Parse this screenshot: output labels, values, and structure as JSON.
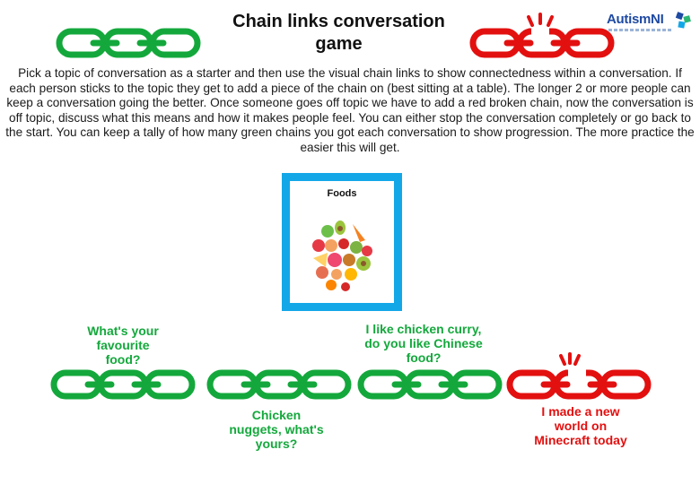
{
  "header": {
    "title": "Chain links conversation game",
    "logo_text": "AutismNI"
  },
  "intro_text": "Pick a topic of conversation as a starter and then use the visual chain links to show connectedness within a conversation. If each person sticks to the topic they get to add a piece of the chain on (best sitting at a table). The longer 2 or more people can keep a  conversation going the better.  Once someone goes off topic we have to add a red broken chain, now the conversation is off topic, discuss what this means and how it makes people feel. You can either stop the conversation completely or go back to the start. You can keep a tally of how many green chains you got each conversation to show progression. The more practice the easier this will get.",
  "topic_card": {
    "label": "Foods"
  },
  "conversation": [
    {
      "text": "What's your favourite food?",
      "on_topic": true
    },
    {
      "text": "Chicken nuggets, what's yours?",
      "on_topic": true
    },
    {
      "text": "I like chicken curry, do you like Chinese food?",
      "on_topic": true
    },
    {
      "text": "I made a new world on Minecraft today",
      "on_topic": false
    }
  ],
  "colors": {
    "on_topic_chain": "#14a83c",
    "off_topic_chain": "#e31010",
    "card_border": "#13a7e8",
    "logo": "#1f4aa3"
  },
  "icons": [
    "green-chain-icon",
    "broken-red-chain-icon",
    "food-collage-icon"
  ]
}
